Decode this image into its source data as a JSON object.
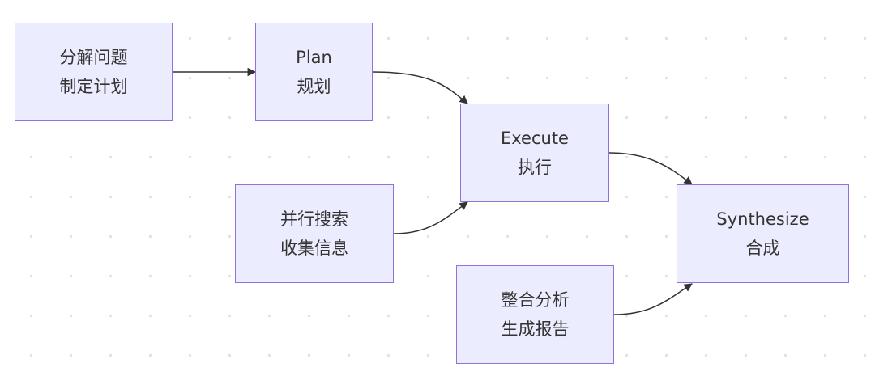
{
  "diagram": {
    "nodes": [
      {
        "id": "decompose",
        "line1": "分解问题",
        "line2": "制定计划"
      },
      {
        "id": "plan",
        "line1": "Plan",
        "line2": "规划"
      },
      {
        "id": "execute",
        "line1": "Execute",
        "line2": "执行"
      },
      {
        "id": "search",
        "line1": "并行搜索",
        "line2": "收集信息"
      },
      {
        "id": "synthesize",
        "line1": "Synthesize",
        "line2": "合成"
      },
      {
        "id": "analyze",
        "line1": "整合分析",
        "line2": "生成报告"
      }
    ],
    "edges": [
      {
        "from": "decompose",
        "to": "plan"
      },
      {
        "from": "plan",
        "to": "execute"
      },
      {
        "from": "search",
        "to": "execute"
      },
      {
        "from": "execute",
        "to": "synthesize"
      },
      {
        "from": "analyze",
        "to": "synthesize"
      }
    ],
    "colors": {
      "node_fill": "#ECECFF",
      "node_border": "#9370DB",
      "edge": "#333333",
      "text": "#333333",
      "dot_grid": "#e2e2e2"
    }
  }
}
